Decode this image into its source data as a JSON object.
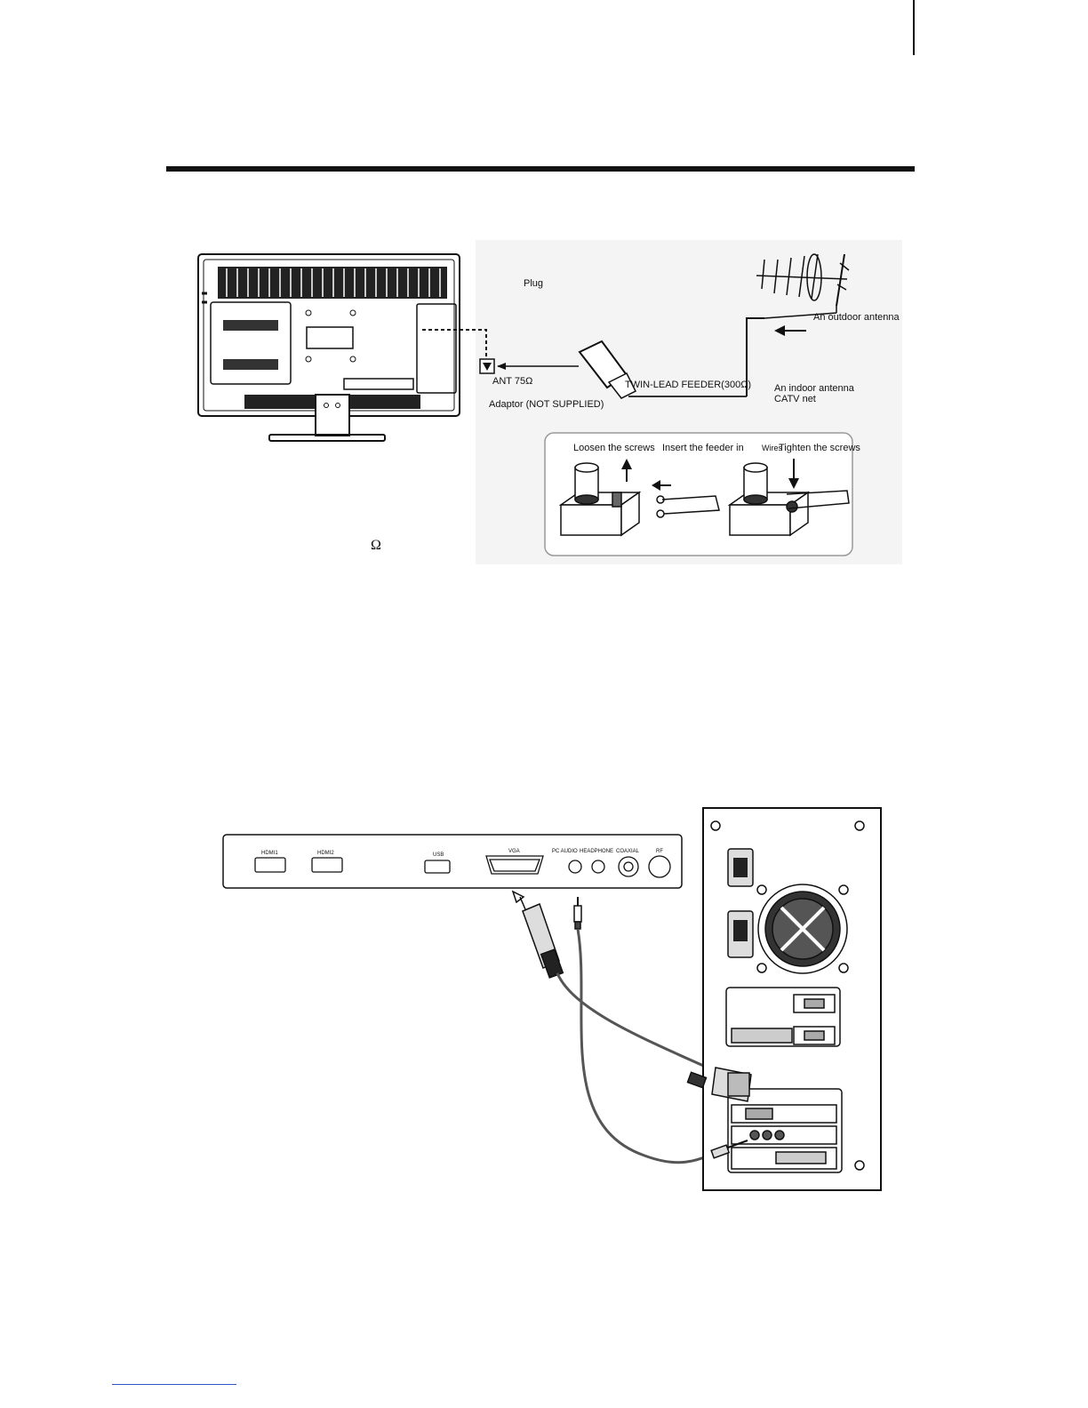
{
  "antenna_figure": {
    "plug_label": "Plug",
    "outdoor_label": "An outdoor antenna",
    "feeder_label": "TWIN-LEAD FEEDER(300Ω)",
    "indoor_label_1": "An indoor antenna",
    "indoor_label_2": "CATV net",
    "ant_label": "ANT 75Ω",
    "adaptor_label": "Adaptor  (NOT SUPPLIED)",
    "steps": {
      "loosen": "Loosen the screws",
      "insert_prefix": "Insert the feeder in",
      "insert_suffix": "Wires",
      "tighten": "Tighten the screws"
    },
    "omega_symbol": "Ω"
  },
  "pc_figure": {
    "ports": [
      "HDMI1",
      "HDMI2",
      "USB",
      "VGA",
      "PC AUDIO",
      "HEADPHONE",
      "COAXIAL",
      "RF"
    ]
  },
  "colors": {
    "ink": "#111111",
    "diagram_bg": "#f3f3f3",
    "link": "#3355cc"
  }
}
